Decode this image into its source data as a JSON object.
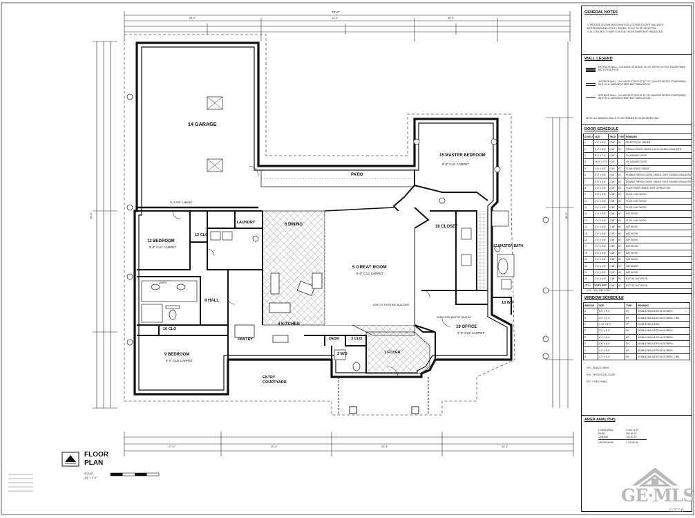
{
  "title_block": {
    "title_line1": "FLOOR",
    "title_line2": "PLAN",
    "scale_label": "SCALE:",
    "scale_value": "1/4\" = 1'-0\""
  },
  "rooms": {
    "garage": "14 GARAGE",
    "master_bedroom": "15 MASTER BEDROOM",
    "master_bedroom_sub": "9'-0\" CLG CARPET",
    "patio": "PATIO",
    "laundry": "7 LAUNDRY",
    "dining": "6 DINING",
    "bedroom_12": "12 BEDROOM",
    "bedroom_12_sub": "9'-0\" CLG CARPET",
    "clo_13": "13 CLO",
    "great_room": "5 GREAT ROOM",
    "great_room_sub": "9'-0\" CLG CARPET",
    "closet_16": "16 CLOSET",
    "master_bath": "17 MASTER BATH",
    "hall": "8 HALL",
    "kitchen": "4 KITCHEN",
    "wh": "18 WH",
    "office": "19 OFFICE",
    "office_sub": "9'-0\" CLG CARPET",
    "clo_10": "10 CLO",
    "pantry": "PANTRY",
    "desk": "DESK",
    "clo_3": "3 CLO",
    "bedroom_9": "9 BEDROOM",
    "bedroom_9_sub": "9'-0\" CLG CARPET",
    "bath": "2 M/D",
    "foyer": "1 FOYER",
    "entry_courtyard": "ENTRY COURTYARD",
    "linen": "LINEN",
    "future_cabinet": "FUTURE CABINET",
    "great_room_note": "LINE OF EXISTING BUILDING",
    "tankless": "TANKLESS WATER HEATER"
  },
  "dimensions": {
    "overall_top": "78'-0\"",
    "top_left": "28'-0\"",
    "top_mid": "12'-0\"",
    "top_right": "38'-0\"",
    "bottom_1": "17'-0\"",
    "bottom_2": "22'-0\"",
    "bottom_3": "22'-8\"",
    "bottom_4": "14'-0\"",
    "left_overall": "48'-0\"",
    "right_overall": "58'-0\""
  },
  "general_notes": {
    "title": "GENERAL NOTES",
    "notes": [
      "1.  PROVIDE CROWN MOULDING IN ALL ROOMS EXCEPT HALLWAYS,",
      "     BATHROOMS AND UTILITY ROOMS.  STYLE TO BE SELECTED.",
      "2.  ALL CEILING TO HAVE R-38 FOIL FACED FIBER BATT INSULATION"
    ]
  },
  "wall_legend": {
    "title": "WALL LEGEND",
    "items": [
      "EXTERIOR WALL - 2x6 WOOD STUDS AT 16\" OC WITH R-19 FOIL FACED FIBER BATT INSULATION",
      "INTERIOR WALL - 2x4 WOOD STUDS AT 16\" OC (UNLESS NOTED OTHERWISE) WITH R-11 UNFACED FIBER BATT INSULATION",
      "INTERIOR WALL - 2x4 WOOD STUDS AT 16\" OC (UNLESS NOTED OTHERWISE) WITH R-11 UNFACED FIBER BATT INSULATION"
    ],
    "note": "NOTE: ALL ANGLED WALLS TO BE FRAMED AT 45 DEGREES UNO"
  },
  "door_schedule": {
    "title": "DOOR SCHEDULE",
    "headers": [
      "DOOR #",
      "SIZE",
      "THICK",
      "TYPE",
      "REMARKS"
    ],
    "rows": [
      [
        "1",
        "3'-0\" x 8'-0\"",
        "1 3/4\"",
        "SC",
        "SELECTED BY OWNER"
      ],
      [
        "2",
        "3'-0\" x 6'-8\"",
        "1 3/4\"",
        "SC",
        "FRENCH DOOR, SINGLE LIGHT DOUBLE INSULATED"
      ],
      [
        "3",
        "8'-0\" x 7'-0\"",
        "1 3/4\"",
        "-",
        "OH GARAGE DOOR"
      ],
      [
        "4",
        "16'-0\" x 7'-0\"",
        "1 3/4\"",
        "-",
        "OH GARAGE DOOR"
      ],
      [
        "5",
        "3'-0\" x 6'-8\"",
        "1 3/4\"",
        "SC",
        "FLUSH, PAINT GRADE"
      ],
      [
        "6",
        "6'-0\" x 6'-8\"",
        "1 3/4\"",
        "SC",
        "DOUBLE FRENCH DOOR, SINGLE LIGHT DOUBLE INSULATED"
      ],
      [
        "7",
        "6'-0\" x 6'-8\"",
        "1 3/4\"",
        "SC",
        "DOUBLE FRENCH DOOR, SINGLE LIGHT DOUBLE INSULATED"
      ],
      [
        "8",
        "2'-8\" x 6'-8\"",
        "1 3/4\"",
        "SC",
        "FLUSH PAINT GRADE VENT TOP/BOTTOM"
      ],
      [
        "9",
        "2'-6\" x 6'-8\"",
        "1 3/8\"",
        "HC",
        "FLUSH, NAT WOOD"
      ],
      [
        "10",
        "2'-6\" x 6'-8\"",
        "1 3/8\"",
        "HC",
        "FLUSH, NAT WOOD"
      ],
      [
        "11",
        "2'-4\" x 6'-8\"",
        "1 3/8\"",
        "HC",
        "FLUSH, NAT WOOD"
      ],
      [
        "12",
        "2'-0\" x 6'-8\"",
        "1 3/8\"",
        "HC",
        "NAT WOOD"
      ],
      [
        "13",
        "2'-8\" x 6'-8\"",
        "1 3/8\"",
        "HC",
        "FLUSH, NAT WOOD"
      ],
      [
        "14",
        "2'-6\" x 6'-8\"",
        "1 3/8\"",
        "HC",
        "NAT WOOD"
      ],
      [
        "15",
        "2'-6\" x 6'-8\"",
        "1 3/8\"",
        "HC",
        "NAT WOOD"
      ],
      [
        "16",
        "2'-6\" x 6'-8\"",
        "1 3/8\"",
        "HC",
        "NAT WOOD"
      ],
      [
        "17",
        "2'-6\" x 6'-8\"",
        "1 3/8\"",
        "HC",
        "NAT WOOD"
      ],
      [
        "18",
        "2'-6\" x 6'-8\"",
        "1 3/8\"",
        "HC",
        "NAT WOOD"
      ],
      [
        "19",
        "2'-6\" x 6'-8\"",
        "1 3/8\"",
        "HC",
        "NAT WOOD"
      ],
      [
        "20",
        "2'-6\" x 6'-8\"",
        "1 3/8\"",
        "HC",
        "NAT WOOD"
      ],
      [
        "21",
        "2'-6\" x 6'-8\"",
        "1 3/8\"",
        "HC",
        "NAT WOOD"
      ],
      [
        "22",
        "2'-6\" x 6'-8\"",
        "1 3/8\"",
        "HC",
        "BY FLUL NAT WOOD"
      ],
      [
        "23",
        "2'-6\" x 6'-8\"",
        "1 3/8\"",
        "HC",
        "BY FLUL NAT WOOD"
      ]
    ],
    "footnotes": [
      "* SC - SOLID CORE",
      "* HC - HOLLOW CORE"
    ]
  },
  "window_schedule": {
    "title": "WINDOW SCHEDULE",
    "headers": [
      "WINDOW",
      "SIZE",
      "TYPE",
      "REMARKS"
    ],
    "rows": [
      [
        "A",
        "6'-0\" x 5'-0\"",
        "HS",
        "DOUBLE INSULATED W/ SCREEN"
      ],
      [
        "B",
        "3'-0\" x 3'-0\"",
        "HS",
        "DOUBLE INSULATED W/ SCREEN - OBS"
      ],
      [
        "C",
        "1'-10\" x 5'-0\"",
        "FP",
        "DOUBLE INSULATED"
      ],
      [
        "D",
        "3'-0\" x 5'-0\"",
        "SH",
        "DOUBLE INSULATED W/ SCREEN"
      ],
      [
        "E",
        "6'-0\" x 5'-0\"",
        "HS",
        "DOUBLE INSULATED W/ SCREEN"
      ],
      [
        "F",
        "2'-6\" x 5'-0\"",
        "SH",
        "DOUBLE INSULATED W/ SCREEN"
      ],
      [
        "G",
        "3'-0\" x 5'-0\"",
        "SH",
        "DOUBLE INSULATED W/ SCREEN"
      ],
      [
        "H",
        "2'-0\" x 3'-0\"",
        "SH",
        "DOUBLE INSULATED W/ SCREEN - OBS"
      ]
    ],
    "footnotes": [
      "* SH - SINGLE HUNG",
      "* HS - HORIZONTAL SLIDE",
      "* FP - FIXED PANEL"
    ]
  },
  "area_analysis": {
    "title": "AREA ANALYSIS",
    "rows": [
      [
        "LIVING AREA",
        "2,443.71 SF"
      ],
      [
        "PATIO",
        "250.89 SF"
      ],
      [
        "GARAGE",
        "726.00 SF"
      ],
      [
        "GROSS AREA",
        "3,420.60 SF"
      ]
    ]
  },
  "watermark": {
    "brand": "GE·MLS",
    "copyright": "©2016"
  },
  "colors": {
    "ink": "#111111",
    "hatch": "#8a8a8a",
    "logo_gray": "#b9b9b9"
  }
}
